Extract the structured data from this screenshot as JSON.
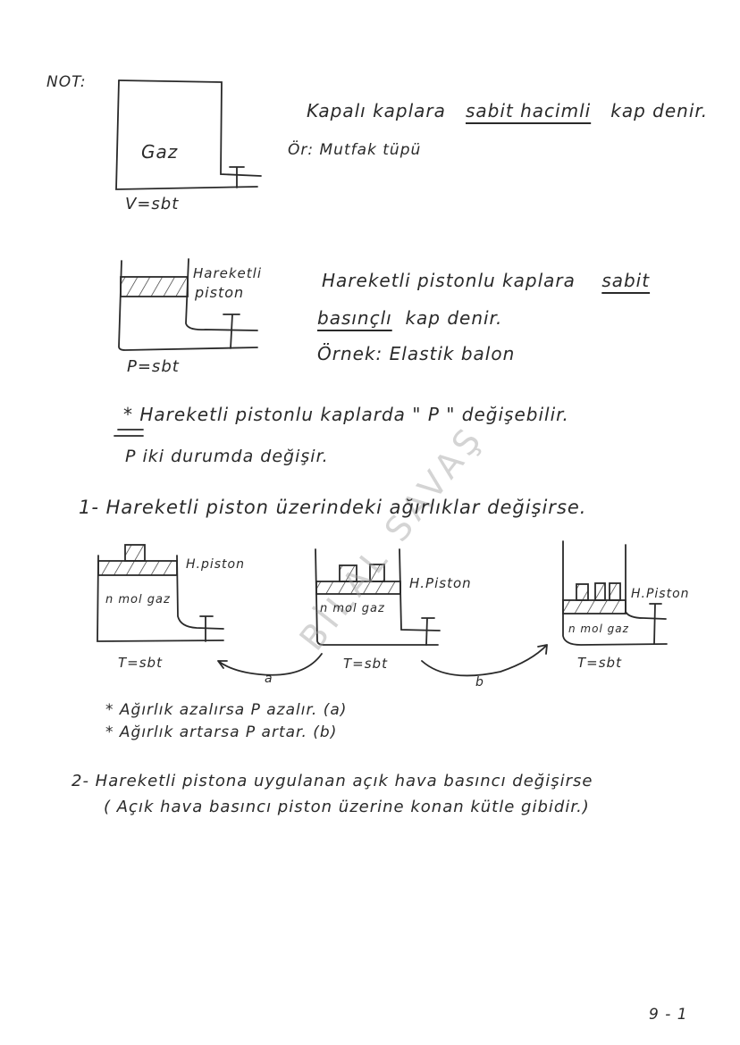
{
  "page": {
    "note_label": "NOT:",
    "page_number": "9 - 1",
    "watermark": "BİLAL SAVAŞ",
    "ink_color": "#2a2a2a",
    "watermark_color": "#a0a0a0"
  },
  "section_constant_volume": {
    "diagram_gas_label": "Gaz",
    "diagram_caption": "V=sbt",
    "definition_part1": "Kapalı kaplara",
    "definition_underlined": "sabit hacimli",
    "definition_part2": "kap denir.",
    "example": "Ör: Mutfak tüpü"
  },
  "section_constant_pressure": {
    "piston_label_line1": "Hareketli",
    "piston_label_line2": "piston",
    "diagram_caption": "P=sbt",
    "definition_line1_part1": "Hareketli pistonlu kaplara",
    "definition_line1_underlined": "sabit",
    "definition_line2_underlined": "basınçlı",
    "definition_line2_part2": "kap denir.",
    "example": "Örnek: Elastik balon"
  },
  "note_star": {
    "line1": "* Hareketli pistonlu kaplarda \" P \" değişebilir.",
    "line2": "P   iki   durumda değişir."
  },
  "case1": {
    "heading": "1- Hareketli piston üzerindeki ağırlıklar değişirse.",
    "diagrams": [
      {
        "piston_label": "H.piston",
        "gas_label": "n mol gaz",
        "caption": "T=sbt",
        "weights": 1
      },
      {
        "piston_label": "H.Piston",
        "gas_label": "n mol gaz",
        "caption": "T=sbt",
        "weights": 2
      },
      {
        "piston_label": "H.Piston",
        "gas_label": "n mol gaz",
        "caption": "T=sbt",
        "weights": 3
      }
    ],
    "arrow_a_label": "a",
    "arrow_b_label": "b",
    "bullets": [
      "* Ağırlık azalırsa  P  azalır. (a)",
      "* Ağırlık  artarsa  P  artar. (b)"
    ]
  },
  "case2": {
    "heading": "2- Hareketli pistona uygulanan açık hava basıncı değişirse",
    "subnote": "( Açık hava basıncı piston üzerine konan kütle gibidir.)"
  }
}
